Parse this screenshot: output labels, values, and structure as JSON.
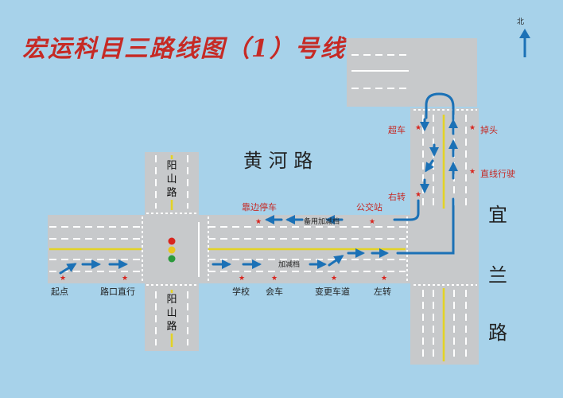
{
  "title": "宏运科目三路线图（1）号线",
  "compass": "北",
  "roads": {
    "huanghe": "黄 河 路",
    "yilan_1": "宜",
    "yilan_2": "兰",
    "yilan_3": "路",
    "yangshan": "阳山路"
  },
  "road_marks": {
    "reserve_gear": "备用加减档",
    "gear_change": "加减档"
  },
  "stations": {
    "start": "起点",
    "straight_through": "路口直行",
    "school": "学校",
    "meeting_car": "会车",
    "lane_change": "变更车道",
    "left_turn": "左转",
    "right_turn": "右转",
    "overtake": "超车",
    "u_turn": "掉头",
    "straight_drive": "直线行驶",
    "bus_stop": "公交站",
    "pull_over": "靠边停车"
  },
  "colors": {
    "background": "#a7d2ea",
    "road": "#c7c9cb",
    "route": "#1b71b6",
    "center_line": "#e3d326",
    "star": "#d8251e",
    "title": "#c62a25"
  },
  "traffic_light": [
    "red",
    "yellow",
    "green"
  ]
}
